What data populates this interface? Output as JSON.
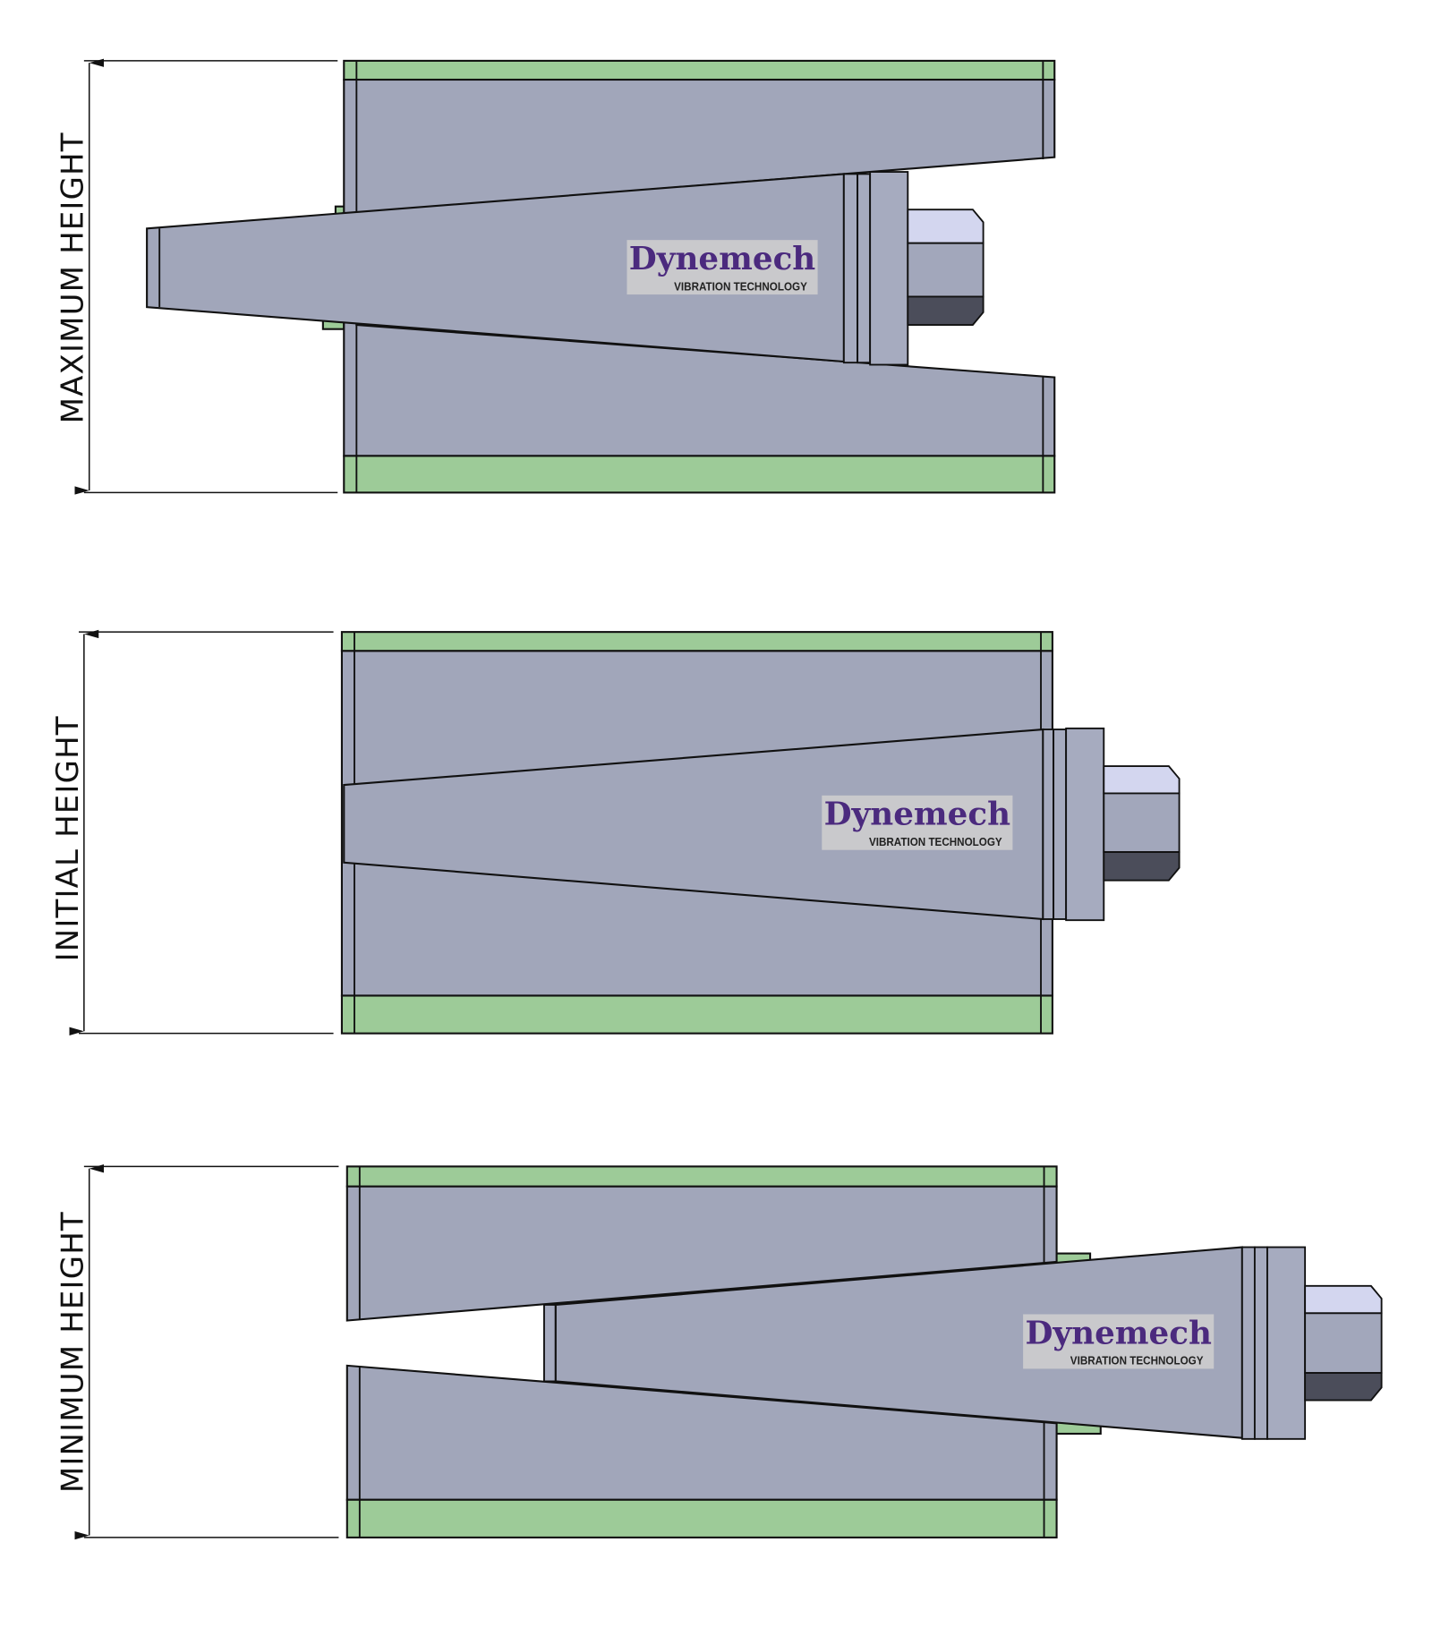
{
  "views": [
    {
      "label": "MAXIMUM HEIGHT",
      "logo": {
        "brand": "Dynemech",
        "tagline": "VIBRATION TECHNOLOGY"
      }
    },
    {
      "label": "INITIAL HEIGHT",
      "logo": {
        "brand": "Dynemech",
        "tagline": "VIBRATION TECHNOLOGY"
      }
    },
    {
      "label": "MINIMUM HEIGHT",
      "logo": {
        "brand": "Dynemech",
        "tagline": "VIBRATION TECHNOLOGY"
      }
    }
  ],
  "colors": {
    "housing": "#a1a6ba",
    "pad": "#9dcb98",
    "brand": "#4b2a7e",
    "nut_dark": "#4b4d5a",
    "nut_light": "#d3d6ef"
  }
}
